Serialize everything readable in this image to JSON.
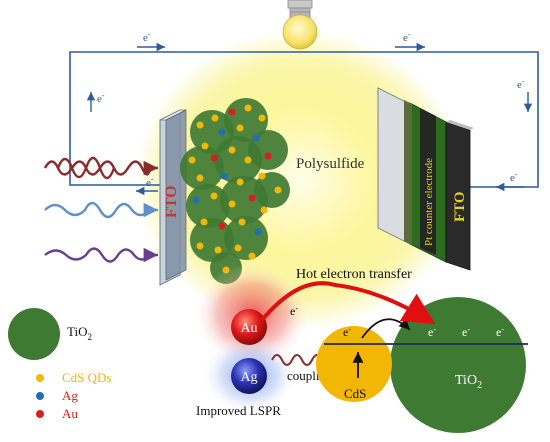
{
  "circuit": {
    "electron_label": "e",
    "electron_sup": "-"
  },
  "left_electrode": {
    "label": "FTO"
  },
  "right_electrode": {
    "label": "FTO",
    "counter_label": "Pt counter electrode"
  },
  "electrolyte": {
    "label": "Polysulfide"
  },
  "process": {
    "hot_transfer": "Hot electron transfer",
    "coupling": "coupling",
    "lspr": "Improved LSPR"
  },
  "particles": {
    "au": "Au",
    "ag": "Ag",
    "cds": "CdS",
    "tio2_main": "TiO",
    "tio2_sub": "2"
  },
  "legend": {
    "tio2": "TiO",
    "tio2_sub": "2",
    "cds_qds": "CdS QDs",
    "ag": "Ag",
    "au": "Au"
  },
  "colors": {
    "tio2": "#3f7a33",
    "cds": "#f2b705",
    "ag_dot": "#1f6fb8",
    "au_dot": "#d62020",
    "wire": "#2e5b9a",
    "wave_red": "#8b2a2a",
    "wave_blue": "#5f90c8",
    "wave_purple": "#6a3d8f",
    "arrow_red": "#e01010",
    "fto_red": "#c0392b",
    "fto_yellow": "#e8d21a"
  }
}
